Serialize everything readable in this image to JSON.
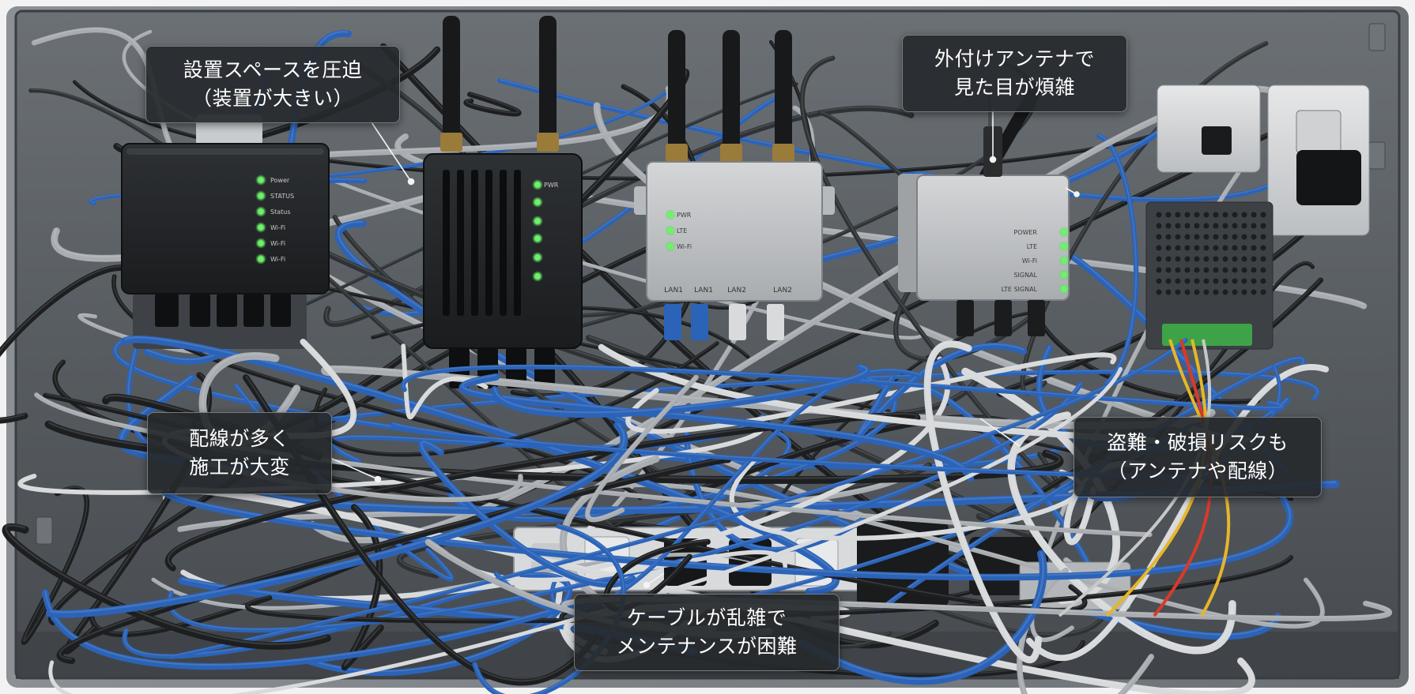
{
  "callouts": [
    {
      "id": "space",
      "lines": [
        "設置スペースを圧迫",
        "（装置が大きい）"
      ]
    },
    {
      "id": "antenna",
      "lines": [
        "外付けアンテナで",
        "見た目が煩雑"
      ]
    },
    {
      "id": "wiring",
      "lines": [
        "配線が多く",
        "施工が大変"
      ]
    },
    {
      "id": "theft",
      "lines": [
        "盗難・破損リスクも",
        "（アンテナや配線）"
      ]
    },
    {
      "id": "cables",
      "lines": [
        "ケーブルが乱雑で",
        "メンテナンスが困難"
      ]
    }
  ],
  "devices": {
    "left_router_leds": [
      "Power",
      "STATUS",
      "Status",
      "Wi-Fi",
      "Wi-Fi",
      "Wi-Fi"
    ],
    "center_router_leds": [
      "PWR"
    ],
    "gray_router_leds": [
      "PWR",
      "LTE",
      "Wi-Fi"
    ],
    "gray_router_ports": [
      "LAN1",
      "LAN1",
      "LAN2",
      "LAN2"
    ],
    "right_box_leds": [
      "POWER",
      "LTE",
      "Wi-Fi",
      "SIGNAL",
      "LTE SIGNAL"
    ]
  },
  "colors": {
    "enclosure": "#5c6166",
    "cable_blue": "#2b63b8",
    "cable_black": "#1c1e20",
    "cable_gray": "#a9adb1",
    "led_green": "#6df06a",
    "callout_bg": "#26292c"
  }
}
